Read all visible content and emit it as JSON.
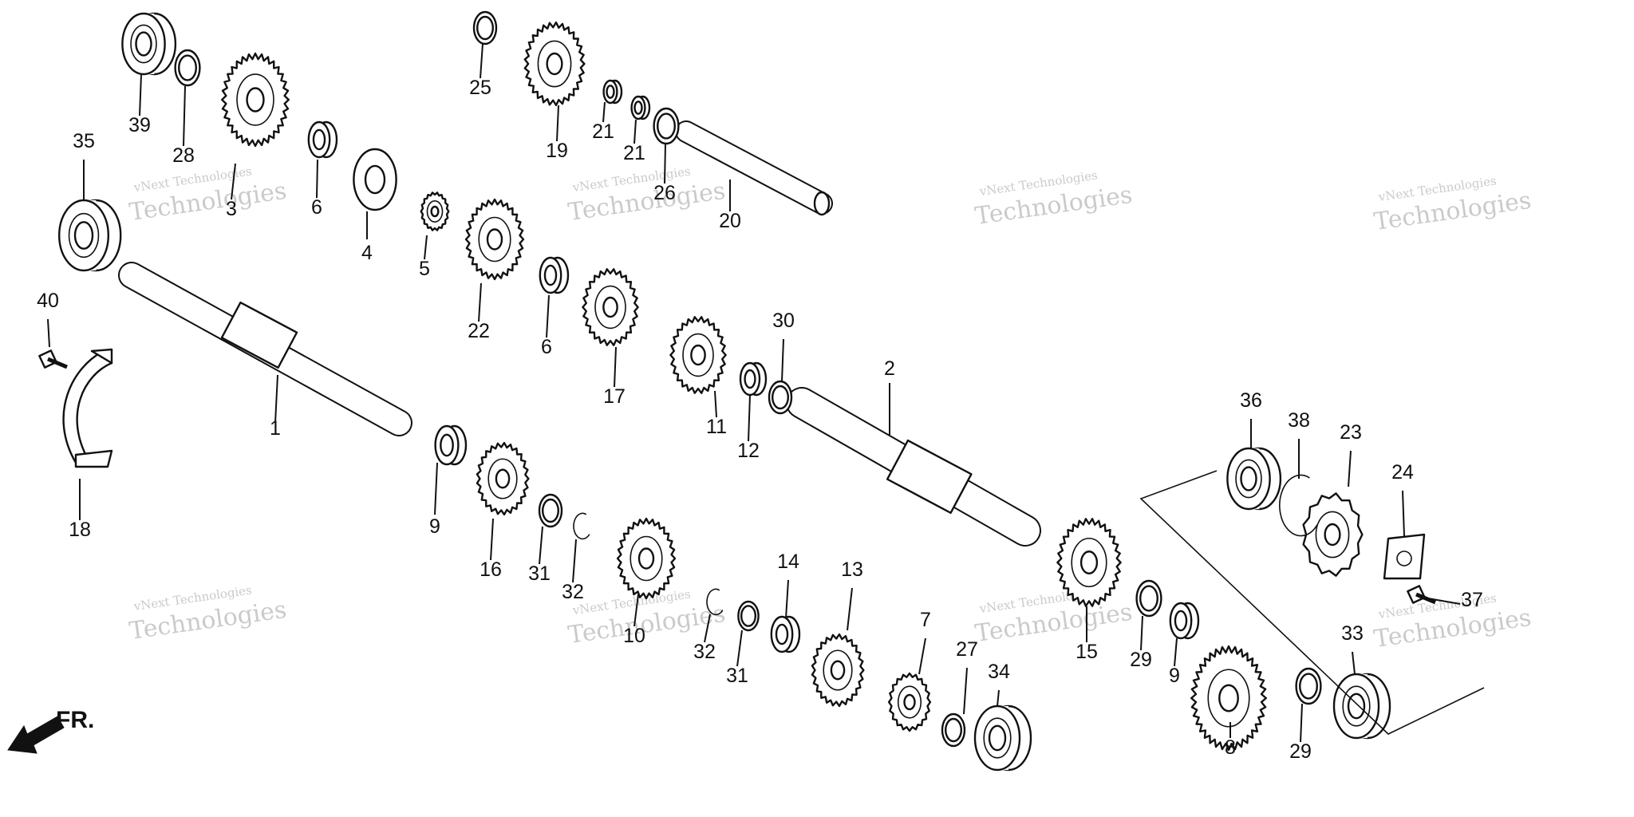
{
  "diagram": {
    "direction_marker": "FR.",
    "watermark_text": "vNext Technologies",
    "watermark_text_large": "Technologies",
    "parts": [
      {
        "id": "p1",
        "label": "1",
        "shape": "shaft"
      },
      {
        "id": "p2",
        "label": "2",
        "shape": "shaft"
      },
      {
        "id": "p3",
        "label": "3",
        "shape": "gear"
      },
      {
        "id": "p4",
        "label": "4",
        "shape": "hub"
      },
      {
        "id": "p5",
        "label": "5",
        "shape": "gear"
      },
      {
        "id": "p6a",
        "label": "6",
        "shape": "bushing"
      },
      {
        "id": "p6b",
        "label": "6",
        "shape": "bushing"
      },
      {
        "id": "p7",
        "label": "7",
        "shape": "gear"
      },
      {
        "id": "p8",
        "label": "8",
        "shape": "gear"
      },
      {
        "id": "p9a",
        "label": "9",
        "shape": "bushing"
      },
      {
        "id": "p9b",
        "label": "9",
        "shape": "bushing"
      },
      {
        "id": "p10",
        "label": "10",
        "shape": "gear"
      },
      {
        "id": "p11",
        "label": "11",
        "shape": "gear"
      },
      {
        "id": "p12",
        "label": "12",
        "shape": "bushing"
      },
      {
        "id": "p13",
        "label": "13",
        "shape": "gear"
      },
      {
        "id": "p14",
        "label": "14",
        "shape": "bushing"
      },
      {
        "id": "p15",
        "label": "15",
        "shape": "gear"
      },
      {
        "id": "p16",
        "label": "16",
        "shape": "gear"
      },
      {
        "id": "p17",
        "label": "17",
        "shape": "gear"
      },
      {
        "id": "p18",
        "label": "18",
        "shape": "plate"
      },
      {
        "id": "p19",
        "label": "19",
        "shape": "gear"
      },
      {
        "id": "p20",
        "label": "20",
        "shape": "shaft"
      },
      {
        "id": "p21a",
        "label": "21",
        "shape": "bushing"
      },
      {
        "id": "p21b",
        "label": "21",
        "shape": "bushing"
      },
      {
        "id": "p22",
        "label": "22",
        "shape": "gear"
      },
      {
        "id": "p23",
        "label": "23",
        "shape": "sprocket"
      },
      {
        "id": "p24",
        "label": "24",
        "shape": "plate"
      },
      {
        "id": "p25",
        "label": "25",
        "shape": "washer"
      },
      {
        "id": "p26",
        "label": "26",
        "shape": "washer"
      },
      {
        "id": "p27",
        "label": "27",
        "shape": "washer"
      },
      {
        "id": "p28",
        "label": "28",
        "shape": "washer"
      },
      {
        "id": "p29a",
        "label": "29",
        "shape": "washer"
      },
      {
        "id": "p29b",
        "label": "29",
        "shape": "washer"
      },
      {
        "id": "p30",
        "label": "30",
        "shape": "washer"
      },
      {
        "id": "p31a",
        "label": "31",
        "shape": "washer"
      },
      {
        "id": "p31b",
        "label": "31",
        "shape": "washer"
      },
      {
        "id": "p32a",
        "label": "32",
        "shape": "circlip"
      },
      {
        "id": "p32b",
        "label": "32",
        "shape": "circlip"
      },
      {
        "id": "p33",
        "label": "33",
        "shape": "bearing"
      },
      {
        "id": "p34",
        "label": "34",
        "shape": "bearing"
      },
      {
        "id": "p35",
        "label": "35",
        "shape": "bearing"
      },
      {
        "id": "p36",
        "label": "36",
        "shape": "bearing"
      },
      {
        "id": "p37",
        "label": "37",
        "shape": "bolt"
      },
      {
        "id": "p38",
        "label": "38",
        "shape": "circlip"
      },
      {
        "id": "p39",
        "label": "39",
        "shape": "bearing"
      },
      {
        "id": "p40",
        "label": "40",
        "shape": "bolt"
      }
    ]
  }
}
